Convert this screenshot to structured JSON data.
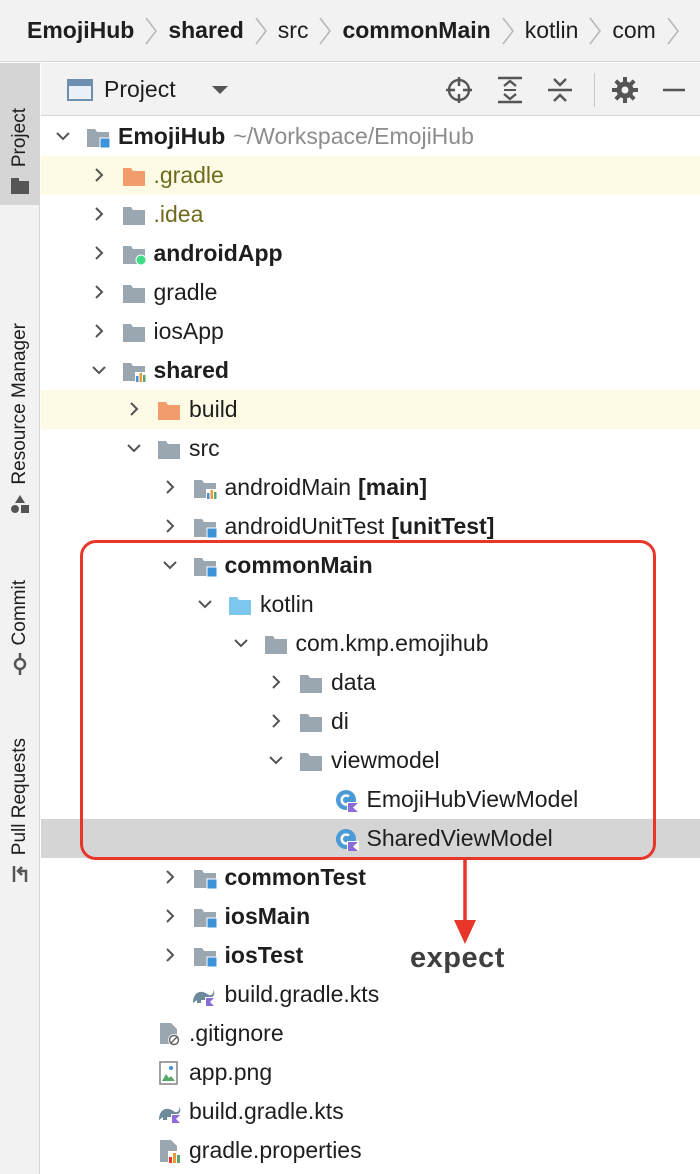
{
  "breadcrumb": [
    {
      "label": "EmojiHub",
      "bold": true
    },
    {
      "label": "shared",
      "bold": true
    },
    {
      "label": "src",
      "bold": false
    },
    {
      "label": "commonMain",
      "bold": true
    },
    {
      "label": "kotlin",
      "bold": false
    },
    {
      "label": "com",
      "bold": false
    }
  ],
  "toolwindow_strip": [
    {
      "label": "Project",
      "icon": "folder-icon",
      "active": true
    },
    {
      "label": "Resource Manager",
      "icon": "shapes-icon",
      "active": false
    },
    {
      "label": "Commit",
      "icon": "commit-icon",
      "active": false
    },
    {
      "label": "Pull Requests",
      "icon": "pull-request-icon",
      "active": false
    }
  ],
  "toolbar": {
    "title": "Project",
    "buttons": [
      "locate-icon",
      "expand-all-icon",
      "collapse-all-icon",
      "gear-icon",
      "minimize-icon"
    ]
  },
  "tree": [
    {
      "label": "EmojiHub",
      "hint": "~/Workspace/EmojiHub",
      "indent": 0,
      "chevron": "down",
      "icon": "module-folder-icon",
      "style": "bold"
    },
    {
      "label": ".gradle",
      "indent": 1,
      "chevron": "right",
      "icon": "excluded-folder-icon",
      "style": "olive",
      "highlight": true
    },
    {
      "label": ".idea",
      "indent": 1,
      "chevron": "right",
      "icon": "folder-icon",
      "style": "olive"
    },
    {
      "label": "androidApp",
      "indent": 1,
      "chevron": "right",
      "icon": "android-module-icon",
      "style": "bold"
    },
    {
      "label": "gradle",
      "indent": 1,
      "chevron": "right",
      "icon": "folder-icon",
      "style": "normal"
    },
    {
      "label": "iosApp",
      "indent": 1,
      "chevron": "right",
      "icon": "folder-icon",
      "style": "normal"
    },
    {
      "label": "shared",
      "indent": 1,
      "chevron": "down",
      "icon": "module-chart-icon",
      "style": "bold"
    },
    {
      "label": "build",
      "indent": 2,
      "chevron": "right",
      "icon": "excluded-folder-icon",
      "style": "normal",
      "highlight": true
    },
    {
      "label": "src",
      "indent": 2,
      "chevron": "down",
      "icon": "folder-icon",
      "style": "normal"
    },
    {
      "label": "androidMain",
      "tag": "[main]",
      "indent": 3,
      "chevron": "right",
      "icon": "source-set-chart-icon",
      "style": "normal"
    },
    {
      "label": "androidUnitTest",
      "tag": "[unitTest]",
      "indent": 3,
      "chevron": "right",
      "icon": "source-set-icon",
      "style": "normal"
    },
    {
      "label": "commonMain",
      "indent": 3,
      "chevron": "down",
      "icon": "source-set-icon",
      "style": "bold"
    },
    {
      "label": "kotlin",
      "indent": 4,
      "chevron": "down",
      "icon": "source-root-icon",
      "style": "normal"
    },
    {
      "label": "com.kmp.emojihub",
      "indent": 5,
      "chevron": "down",
      "icon": "folder-icon",
      "style": "normal"
    },
    {
      "label": "data",
      "indent": 6,
      "chevron": "right",
      "icon": "folder-icon",
      "style": "normal"
    },
    {
      "label": "di",
      "indent": 6,
      "chevron": "right",
      "icon": "folder-icon",
      "style": "normal"
    },
    {
      "label": "viewmodel",
      "indent": 6,
      "chevron": "down",
      "icon": "folder-icon",
      "style": "normal"
    },
    {
      "label": "EmojiHubViewModel",
      "indent": 7,
      "chevron": "none",
      "icon": "kotlin-class-icon",
      "style": "normal"
    },
    {
      "label": "SharedViewModel",
      "indent": 7,
      "chevron": "none",
      "icon": "kotlin-class-icon",
      "style": "normal",
      "selected": true
    },
    {
      "label": "commonTest",
      "indent": 3,
      "chevron": "right",
      "icon": "source-set-icon",
      "style": "bold"
    },
    {
      "label": "iosMain",
      "indent": 3,
      "chevron": "right",
      "icon": "source-set-icon",
      "style": "bold"
    },
    {
      "label": "iosTest",
      "indent": 3,
      "chevron": "right",
      "icon": "source-set-icon",
      "style": "bold"
    },
    {
      "label": "build.gradle.kts",
      "indent": 3,
      "chevron": "none",
      "icon": "gradle-kts-icon",
      "style": "normal",
      "iconShift": -1
    },
    {
      "label": ".gitignore",
      "indent": 2,
      "chevron": "none",
      "icon": "ignore-file-icon",
      "style": "normal"
    },
    {
      "label": "app.png",
      "indent": 2,
      "chevron": "none",
      "icon": "image-file-icon",
      "style": "normal"
    },
    {
      "label": "build.gradle.kts",
      "indent": 2,
      "chevron": "none",
      "icon": "gradle-kts-icon",
      "style": "normal"
    },
    {
      "label": "gradle.properties",
      "indent": 2,
      "chevron": "none",
      "icon": "properties-file-icon",
      "style": "normal"
    }
  ],
  "annotation": {
    "label": "expect",
    "color": "#e8362a"
  }
}
